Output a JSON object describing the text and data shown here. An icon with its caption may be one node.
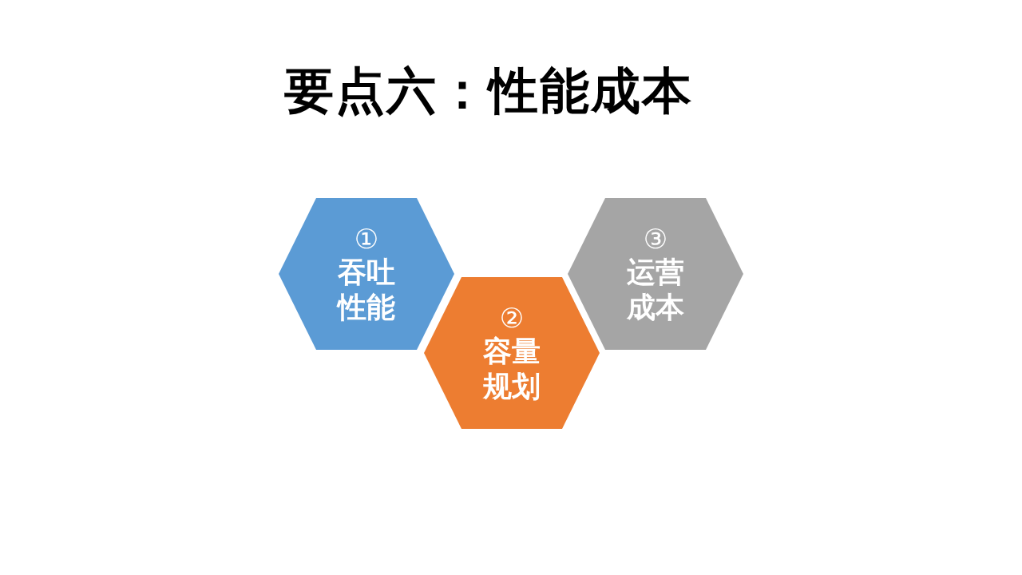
{
  "diagram": {
    "title": "要点六：性能成本",
    "nodes": [
      {
        "text": [
          "①",
          "吞吐性能"
        ]
      },
      {
        "text": [
          "②",
          "容量规划"
        ]
      },
      {
        "text": [
          "③",
          "运营成本"
        ]
      }
    ]
  }
}
